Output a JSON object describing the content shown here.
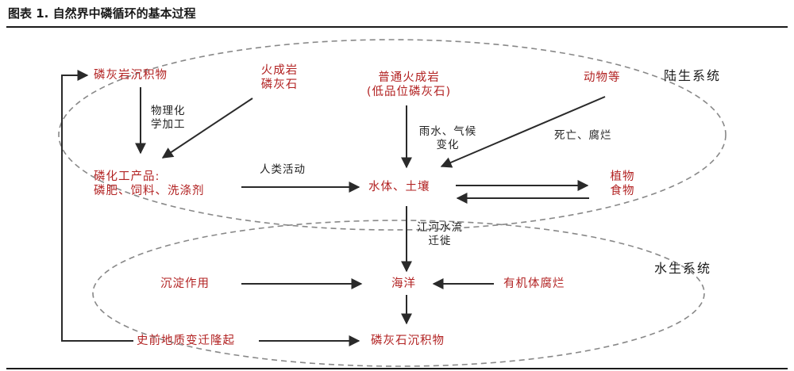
{
  "figure": {
    "title": "图表 1.   自然界中磷循环的基本过程"
  },
  "zones": {
    "land": "陆生系统",
    "water": "水生系统"
  },
  "nodes": {
    "phosphate_sediment": "磷灰岩沉积物",
    "igneous_line1": "火成岩",
    "igneous_line2": "磷灰石",
    "common_igneous_line1": "普通火成岩",
    "common_igneous_line2": "(低品位磷灰石)",
    "animals": "动物等",
    "chem_products_line1": "磷化工产品:",
    "chem_products_line2": "磷肥、饲料、洗涤剂",
    "water_soil": "水体、土壤",
    "plants_line1": "植物",
    "plants_line2": "食物",
    "sedimentation": "沉淀作用",
    "ocean": "海洋",
    "organic_decay": "有机体腐烂",
    "uplift": "史前地质变迁隆起",
    "apatite_sediment": "磷灰石沉积物"
  },
  "edge_labels": {
    "physchem_line1": "物理化",
    "physchem_line2": "学加工",
    "human_activity": "人类活动",
    "rain_line1": "雨水、气候",
    "rain_line2": "变化",
    "death_decay": "死亡、腐烂",
    "river_line1": "江河水流",
    "river_line2": "迁徙"
  },
  "colors": {
    "node_text": "#b22222",
    "label_text": "#222222",
    "arrow": "#2a2a2a",
    "ellipse": "#888888"
  }
}
